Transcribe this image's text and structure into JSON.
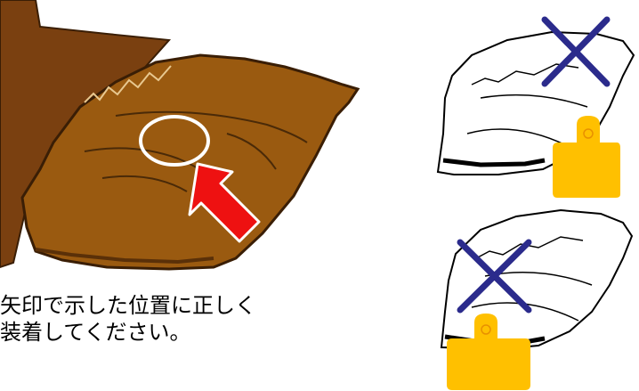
{
  "instruction": {
    "line1": "矢印で示した位置に正しく",
    "line2": "装着してください。"
  },
  "illustrations": {
    "main": {
      "subject": "ear-illustration",
      "marker": "target-circle",
      "pointer": "red-arrow"
    },
    "wrong_examples": [
      {
        "subject": "ear-outline",
        "mark": "x-mark",
        "tag": "ear-tag-icon"
      },
      {
        "subject": "ear-outline",
        "mark": "x-mark",
        "tag": "ear-tag-icon"
      }
    ]
  },
  "colors": {
    "ear_fill": "#9a5a10",
    "ear_dark": "#4a2a08",
    "arrow": "#ee1111",
    "circle": "#ffffff",
    "tag": "#ffc000",
    "x_mark": "#2b2b8c"
  }
}
